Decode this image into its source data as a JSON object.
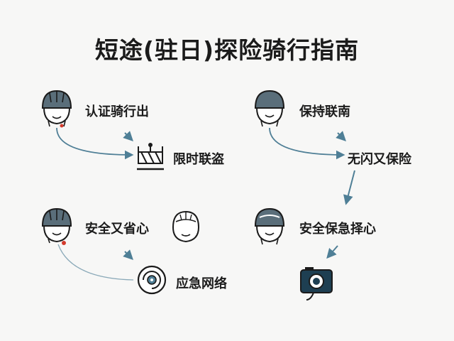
{
  "title": "短途(驻日)探险骑行指南",
  "colors": {
    "background": "#f7f7f6",
    "helmet_fill": "#5a6e7a",
    "accent_blue": "#4f7f96",
    "ink": "#1b1b1b",
    "accent_red": "#d33a2c"
  },
  "items": {
    "s1_main": "认证骑行出",
    "s1_target": "限时联盗",
    "s2_main": "保持联南",
    "s2_target": "无闪又保险",
    "s3_main": "安全又省心",
    "s3_target": "应急网络",
    "s4_main": "安全保急择心"
  },
  "icons": {
    "s1_helmet": "bike-helmet-icon",
    "s1_gate": "barrier-gate-icon",
    "s2_helmet": "bike-helmet-icon",
    "s3_helmet": "bike-helmet-icon",
    "s3_extra": "helmet-outline-icon",
    "s3_target": "target-circle-icon",
    "s4_helmet": "bike-helmet-icon",
    "s4_target": "camera-icon"
  }
}
